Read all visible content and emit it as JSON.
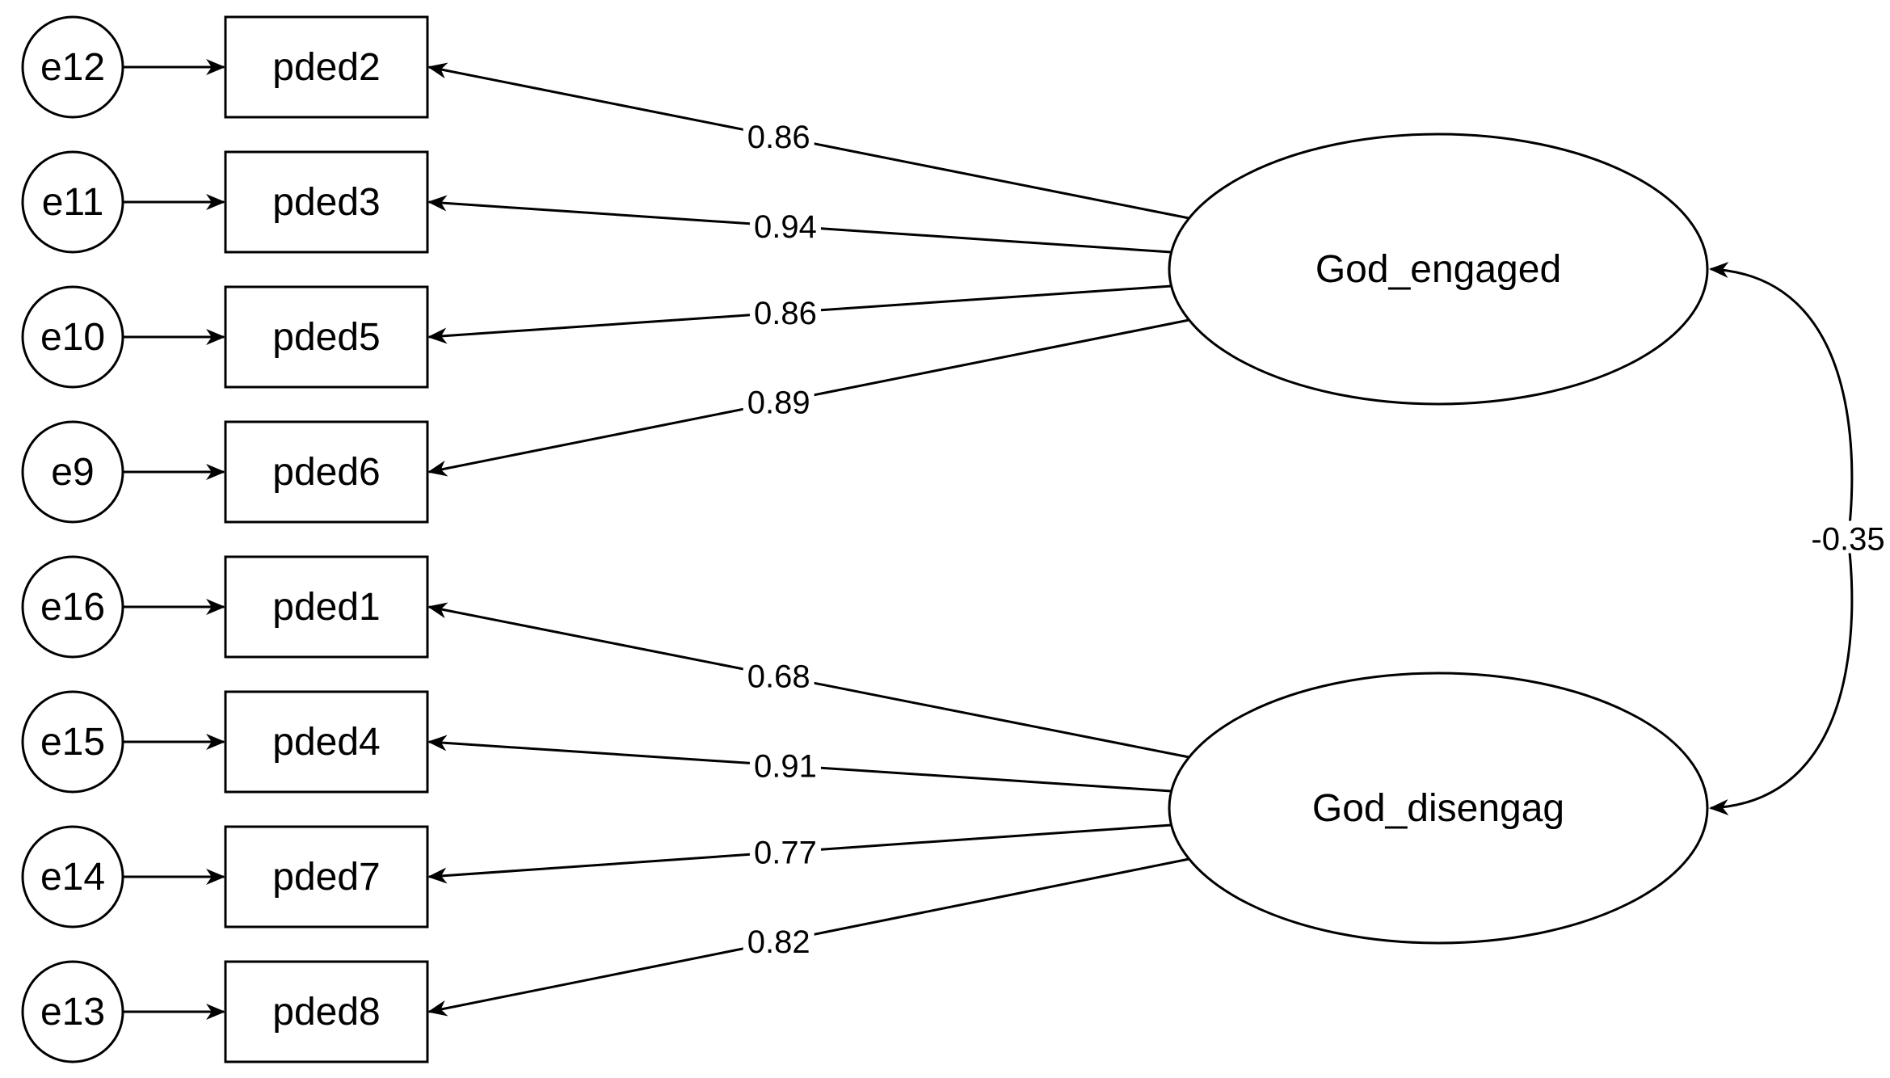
{
  "diagram": {
    "factors": [
      {
        "id": "f1",
        "label": "God_engaged"
      },
      {
        "id": "f2",
        "label": "God_disengag"
      }
    ],
    "indicators": [
      {
        "label": "pded2",
        "error": "e12",
        "factor": "f1",
        "loading": "0.86"
      },
      {
        "label": "pded3",
        "error": "e11",
        "factor": "f1",
        "loading": "0.94"
      },
      {
        "label": "pded5",
        "error": "e10",
        "factor": "f1",
        "loading": "0.86"
      },
      {
        "label": "pded6",
        "error": "e9",
        "factor": "f1",
        "loading": "0.89"
      },
      {
        "label": "pded1",
        "error": "e16",
        "factor": "f2",
        "loading": "0.68"
      },
      {
        "label": "pded4",
        "error": "e15",
        "factor": "f2",
        "loading": "0.91"
      },
      {
        "label": "pded7",
        "error": "e14",
        "factor": "f2",
        "loading": "0.77"
      },
      {
        "label": "pded8",
        "error": "e13",
        "factor": "f2",
        "loading": "0.82"
      }
    ],
    "covariance": {
      "from": "f1",
      "to": "f2",
      "label": "-0.35"
    },
    "colors": {
      "stroke": "#000000",
      "fill": "#ffffff"
    }
  }
}
